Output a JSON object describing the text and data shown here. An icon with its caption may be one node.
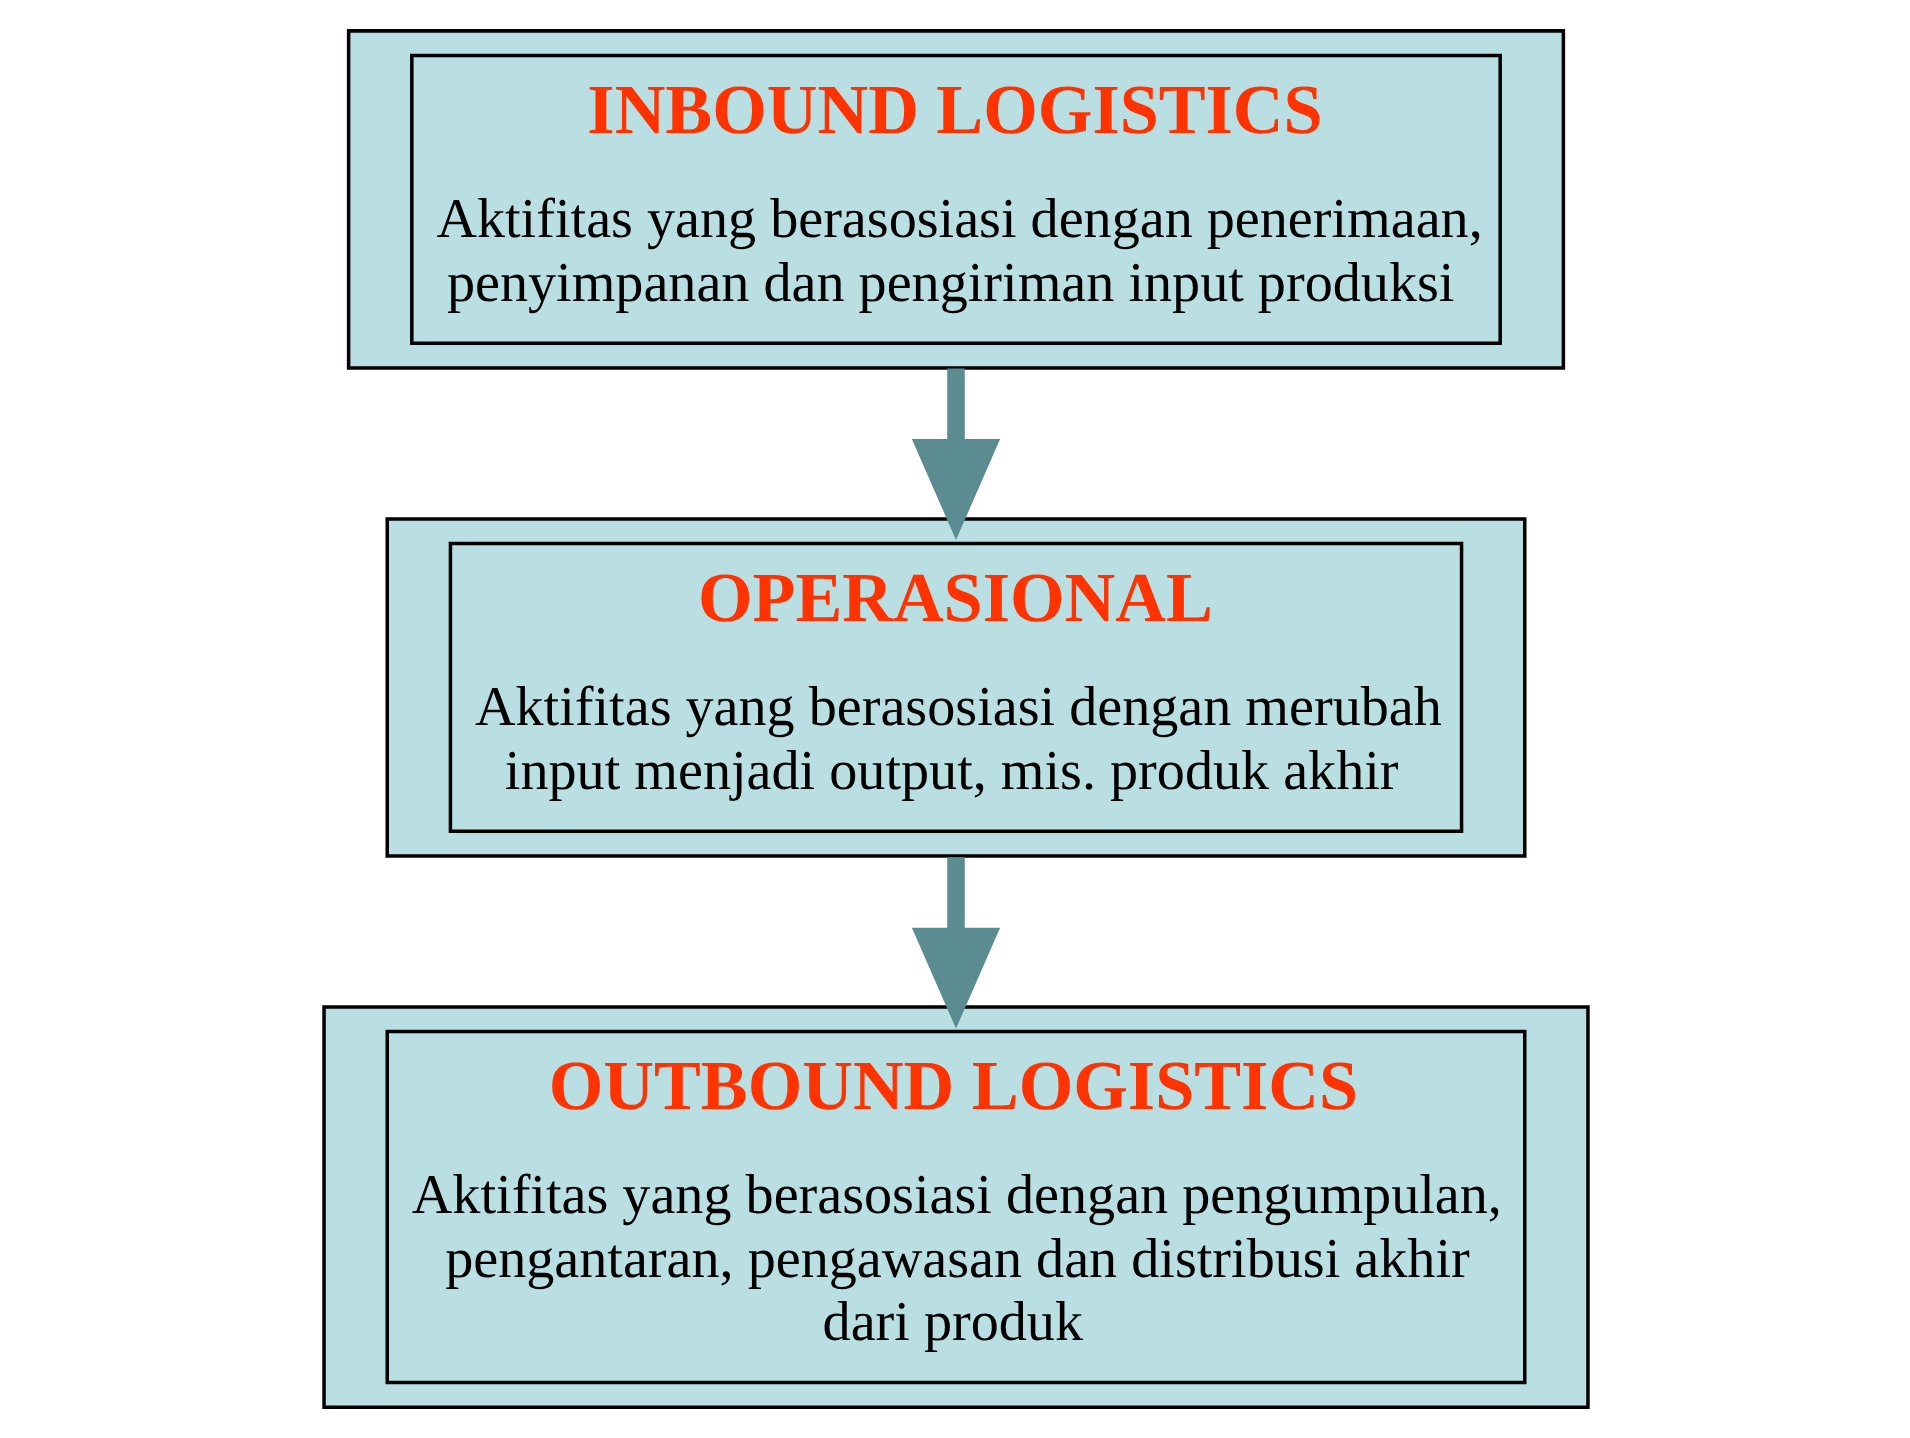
{
  "diagram": {
    "nodes": [
      {
        "text": [
          "INBOUND LOGISTICS",
          "Aktifitas yang berasosiasi dengan penerimaan, penyimpanan dan pengiriman input produksi"
        ]
      },
      {
        "text": [
          "OPERASIONAL",
          "Aktifitas yang berasosiasi dengan merubah input menjadi output, mis. produk akhir"
        ]
      },
      {
        "text": [
          "OUTBOUND LOGISTICS",
          "Aktifitas yang berasosiasi dengan pengumpulan, pengantaran, pengawasan dan distribusi akhir dari produk"
        ]
      }
    ],
    "edges": [
      {
        "from": 0,
        "to": 1,
        "arrow": "to"
      },
      {
        "from": 1,
        "to": 2,
        "arrow": "to"
      }
    ]
  }
}
